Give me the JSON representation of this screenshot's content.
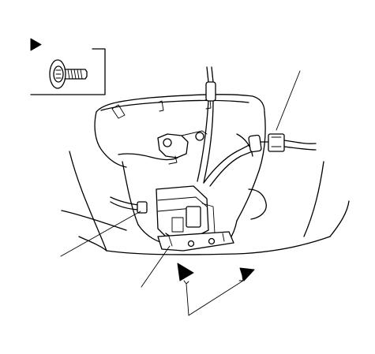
{
  "diagram": {
    "colors": {
      "line": "#000000",
      "background": "#ffffff"
    },
    "inset": {
      "symbol": "triangle-marker",
      "part": "flange-bolt"
    },
    "callouts": [
      {
        "id": "connector-right",
        "points_to": "harness-connector"
      },
      {
        "id": "connector-left",
        "points_to": "left-connector"
      },
      {
        "id": "clip-lower",
        "points_to": "mount-clip"
      },
      {
        "id": "bolts-pair",
        "points_to": "mounting-bolts",
        "markers": 2
      }
    ]
  }
}
